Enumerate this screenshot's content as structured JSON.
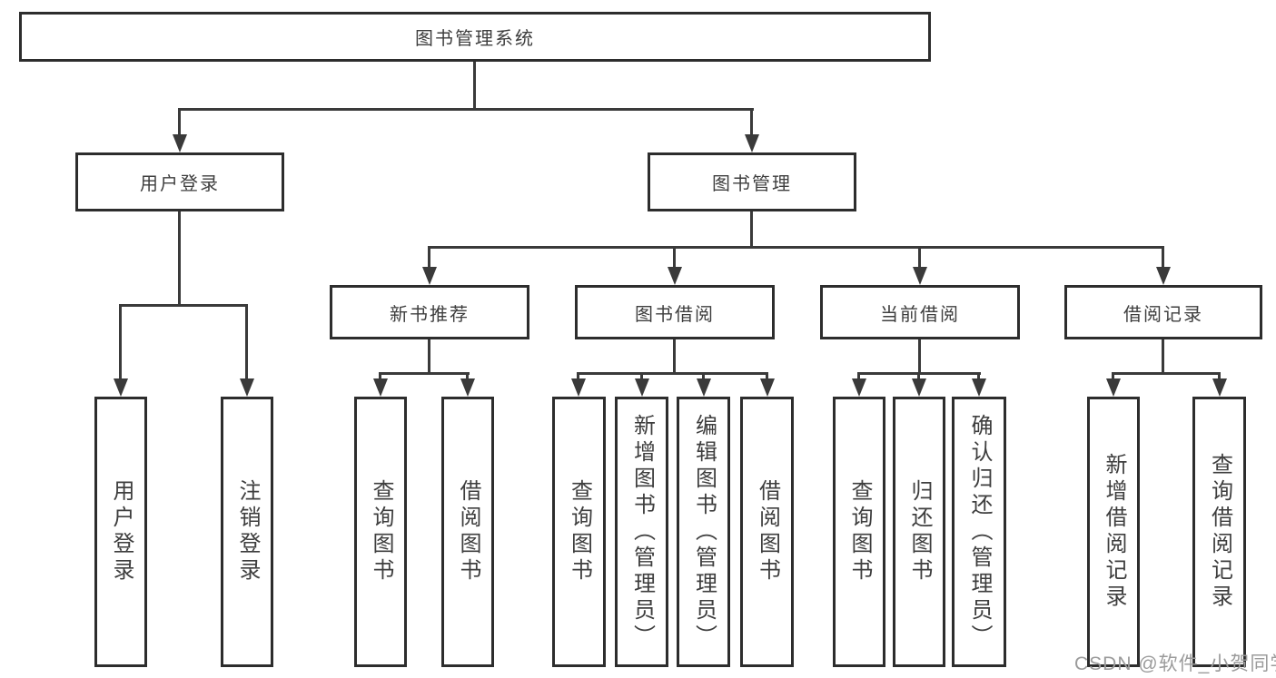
{
  "diagram": {
    "root": {
      "label": "图书管理系统"
    },
    "level2": [
      {
        "label": "用户登录"
      },
      {
        "label": "图书管理"
      }
    ],
    "level3": [
      {
        "label": "新书推荐"
      },
      {
        "label": "图书借阅"
      },
      {
        "label": "当前借阅"
      },
      {
        "label": "借阅记录"
      }
    ],
    "leaves": [
      {
        "label": "用户登录"
      },
      {
        "label": "注销登录"
      },
      {
        "label": "查询图书"
      },
      {
        "label": "借阅图书"
      },
      {
        "label": "查询图书"
      },
      {
        "label": "新增图书（管理员）"
      },
      {
        "label": "编辑图书（管理员）"
      },
      {
        "label": "借阅图书"
      },
      {
        "label": "查询图书"
      },
      {
        "label": "归还图书"
      },
      {
        "label": "确认归还（管理员）"
      },
      {
        "label": "新增借阅记录"
      },
      {
        "label": "查询借阅记录"
      }
    ]
  },
  "watermark": {
    "text": "CSDN @软件_小贺同学"
  },
  "colors": {
    "background": "#ffffff",
    "line": "#3a3a3a",
    "box_border": "#2d2d2d",
    "text": "#3e3e3e",
    "watermark": "#9b9b9b"
  }
}
